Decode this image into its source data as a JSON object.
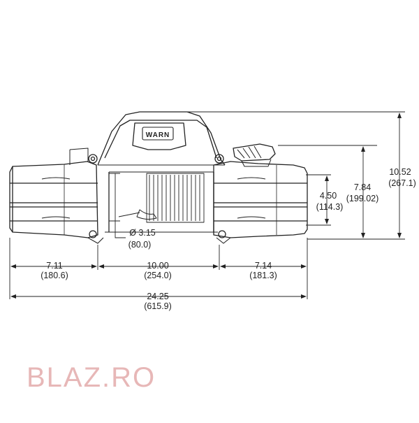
{
  "brand": {
    "logo_text": "WARN"
  },
  "watermark": {
    "text": "BLAZ.RO"
  },
  "colors": {
    "line": "#222222",
    "watermark": "#e7b7b7",
    "background": "#ffffff"
  },
  "dimensions": {
    "total_height": {
      "inch": "10.52",
      "mm": "(267.1)"
    },
    "handle_height": {
      "inch": "7.84",
      "mm": "(199.02)"
    },
    "bolt_pattern_height": {
      "inch": "4.50",
      "mm": "(114.3)"
    },
    "drum_diameter": {
      "inch": "Ø 3.15",
      "mm": "(80.0)"
    },
    "left_housing_width": {
      "inch": "7.11",
      "mm": "(180.6)"
    },
    "drum_width": {
      "inch": "10.00",
      "mm": "(254.0)"
    },
    "right_housing_width": {
      "inch": "7.14",
      "mm": "(181.3)"
    },
    "total_width": {
      "inch": "24.25",
      "mm": "(615.9)"
    }
  }
}
